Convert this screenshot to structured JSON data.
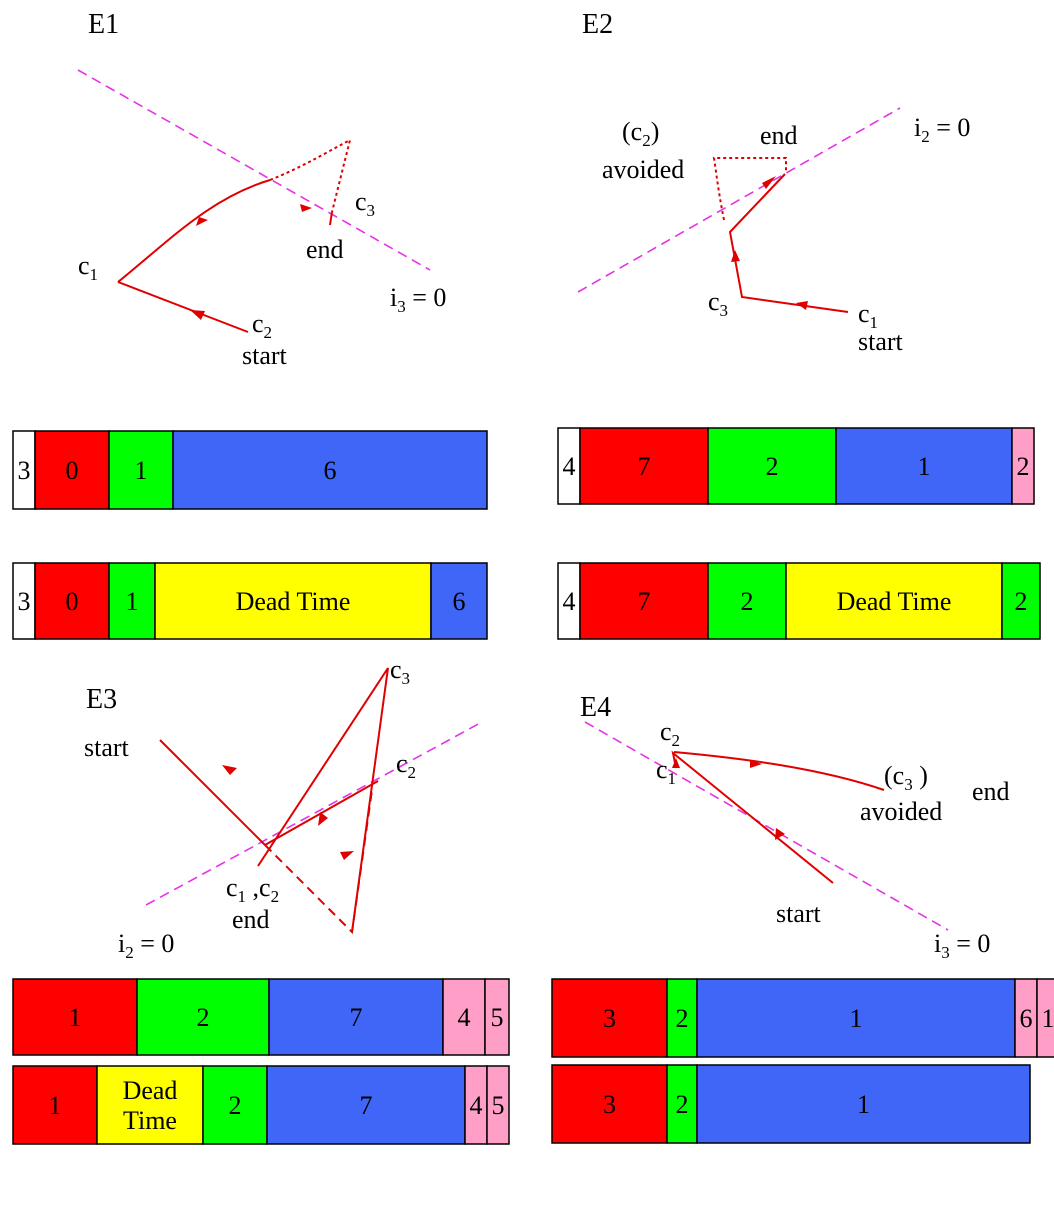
{
  "colors": {
    "red": "#ff0000",
    "green": "#00ff00",
    "blue": "#3f66f6",
    "yellow": "#ffff00",
    "pink": "#ff9fc8",
    "white": "#ffffff",
    "trajectory": "#e00000",
    "switching_line": "#e633e6"
  },
  "panels": {
    "e1": {
      "title": "E1",
      "labels": {
        "c1": "c",
        "c1_sub": "1",
        "c2": "c",
        "c2_sub": "2",
        "c3": "c",
        "c3_sub": "3",
        "start": "start",
        "end": "end",
        "line": "i",
        "line_sub": "3",
        "line_eq": " = 0"
      }
    },
    "e2": {
      "title": "E2",
      "labels": {
        "avoided_open": "(c",
        "avoided_sub": "2",
        "avoided_close": ")",
        "avoided": "avoided",
        "end": "end",
        "line": "i",
        "line_sub": "2",
        "line_eq": " = 0",
        "c3": "c",
        "c3_sub": "3",
        "c1": "c",
        "c1_sub": "1",
        "start": "start"
      }
    },
    "e3": {
      "title": "E3",
      "labels": {
        "start": "start",
        "c3": "c",
        "c3_sub": "3",
        "c2": "c",
        "c2_sub": "2",
        "c12_a": "c",
        "c12_a_sub": "1",
        "c12_mid": " ,c",
        "c12_b_sub": "2",
        "end": "end",
        "line": "i",
        "line_sub": "2",
        "line_eq": " = 0"
      }
    },
    "e4": {
      "title": "E4",
      "labels": {
        "c2": "c",
        "c2_sub": "2",
        "c1": "c",
        "c1_sub": "1",
        "avoided_open": "(c",
        "avoided_sub": "3",
        "avoided_close": " )",
        "end": "end",
        "avoided": "avoided",
        "start": "start",
        "line": "i",
        "line_sub": "3",
        "line_eq": " = 0"
      }
    }
  },
  "bars": {
    "e1_top": [
      {
        "label": "3",
        "color": "white"
      },
      {
        "label": "0",
        "color": "red"
      },
      {
        "label": "1",
        "color": "green"
      },
      {
        "label": "6",
        "color": "blue"
      }
    ],
    "e1_bottom": [
      {
        "label": "3",
        "color": "white"
      },
      {
        "label": "0",
        "color": "red"
      },
      {
        "label": "1",
        "color": "green"
      },
      {
        "label": "Dead Time",
        "color": "yellow"
      },
      {
        "label": "6",
        "color": "blue"
      }
    ],
    "e2_top": [
      {
        "label": "4",
        "color": "white"
      },
      {
        "label": "7",
        "color": "red"
      },
      {
        "label": "2",
        "color": "green"
      },
      {
        "label": "1",
        "color": "blue"
      },
      {
        "label": "2",
        "color": "pink"
      }
    ],
    "e2_bottom": [
      {
        "label": "4",
        "color": "white"
      },
      {
        "label": "7",
        "color": "red"
      },
      {
        "label": "2",
        "color": "green"
      },
      {
        "label": "Dead Time",
        "color": "yellow"
      },
      {
        "label": "2",
        "color": "green"
      }
    ],
    "e3_top": [
      {
        "label": "1",
        "color": "red"
      },
      {
        "label": "2",
        "color": "green"
      },
      {
        "label": "7",
        "color": "blue"
      },
      {
        "label": "4",
        "color": "pink"
      },
      {
        "label": "5",
        "color": "pink"
      }
    ],
    "e3_bottom": [
      {
        "label": "1",
        "color": "red"
      },
      {
        "label": "Dead Time",
        "color": "yellow"
      },
      {
        "label": "2",
        "color": "green"
      },
      {
        "label": "7",
        "color": "blue"
      },
      {
        "label": "4",
        "color": "pink"
      },
      {
        "label": "5",
        "color": "pink"
      }
    ],
    "e4_top": [
      {
        "label": "3",
        "color": "red"
      },
      {
        "label": "2",
        "color": "green"
      },
      {
        "label": "1",
        "color": "blue"
      },
      {
        "label": "6",
        "color": "pink"
      },
      {
        "label": "1",
        "color": "pink"
      }
    ],
    "e4_bottom": [
      {
        "label": "3",
        "color": "red"
      },
      {
        "label": "2",
        "color": "green"
      },
      {
        "label": "1",
        "color": "blue"
      }
    ]
  }
}
